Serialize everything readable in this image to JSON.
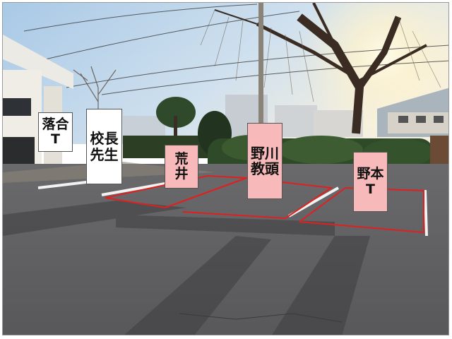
{
  "labels": {
    "ochiai": "落合\nT",
    "kocho": "校長\n先生",
    "arai": "荒\n井",
    "nogawa": "野川\n教頭",
    "nomoto": "野本\nT"
  },
  "colors": {
    "label_white": "#ffffff",
    "label_pink": "#f7b9b9",
    "parking_line_red": "#e02020",
    "parking_line_white": "#f2f2f2"
  }
}
